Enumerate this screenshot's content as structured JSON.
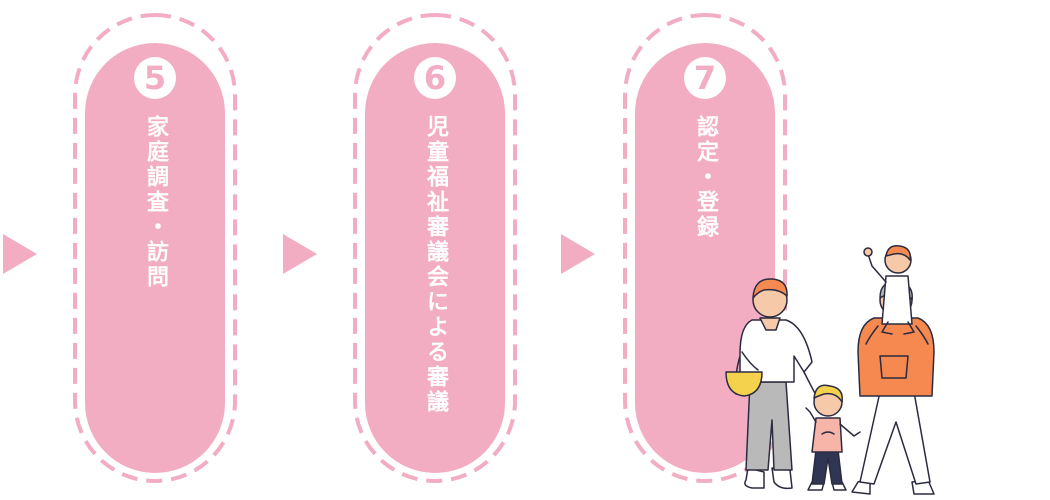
{
  "colors": {
    "accent": "#f2adc2",
    "ring": "#f2adc2",
    "text": "#ffffff",
    "background": "#ffffff"
  },
  "steps": [
    {
      "number": "5",
      "label": "家庭調査・訪問"
    },
    {
      "number": "6",
      "label": "児童福祉審議会による審議"
    },
    {
      "number": "7",
      "label": "認定・登録"
    }
  ],
  "illustration": {
    "subject": "family-walking-illustration"
  }
}
